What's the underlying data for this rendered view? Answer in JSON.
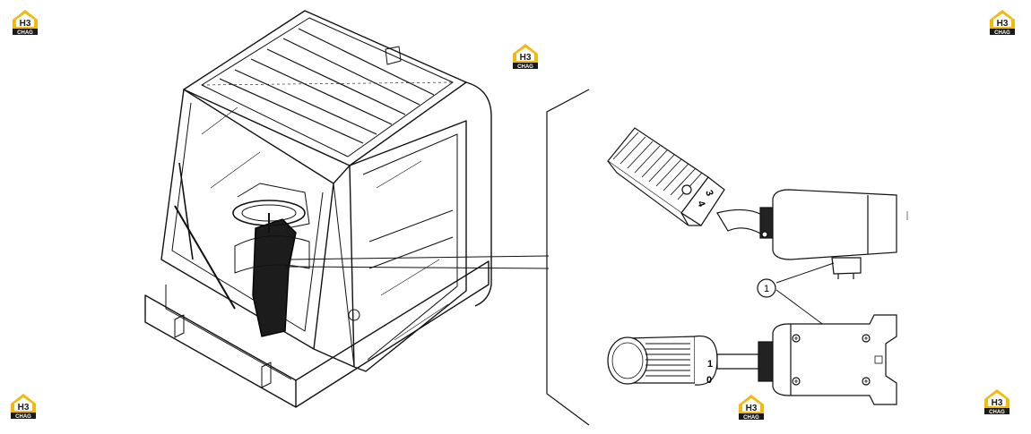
{
  "watermark": {
    "brand_top": "H3",
    "brand_bottom": "CHAG",
    "color_primary": "#f2b90f",
    "color_dark": "#1a1a1a"
  },
  "diagram": {
    "callouts": [
      {
        "label": "1"
      }
    ],
    "switch_marks": {
      "upper_a": "4",
      "upper_b": "3",
      "lower_a": "1",
      "lower_b": "0"
    }
  }
}
